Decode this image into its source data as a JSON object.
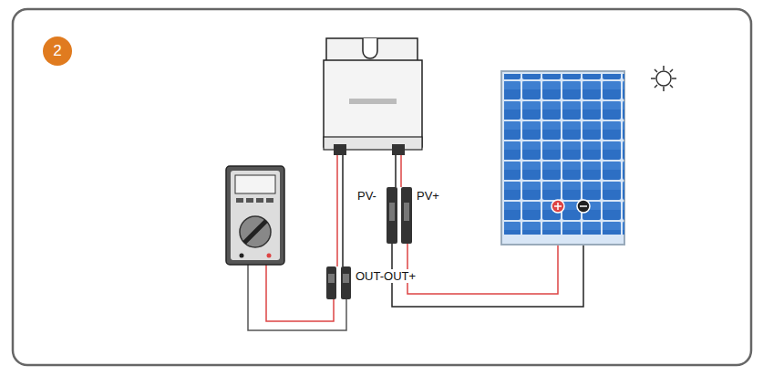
{
  "diagram": {
    "nodes": [
      {
        "text": [
          "2"
        ]
      }
    ],
    "labels": [
      "PV-",
      "PV+",
      "OUT-OUT+"
    ]
  }
}
